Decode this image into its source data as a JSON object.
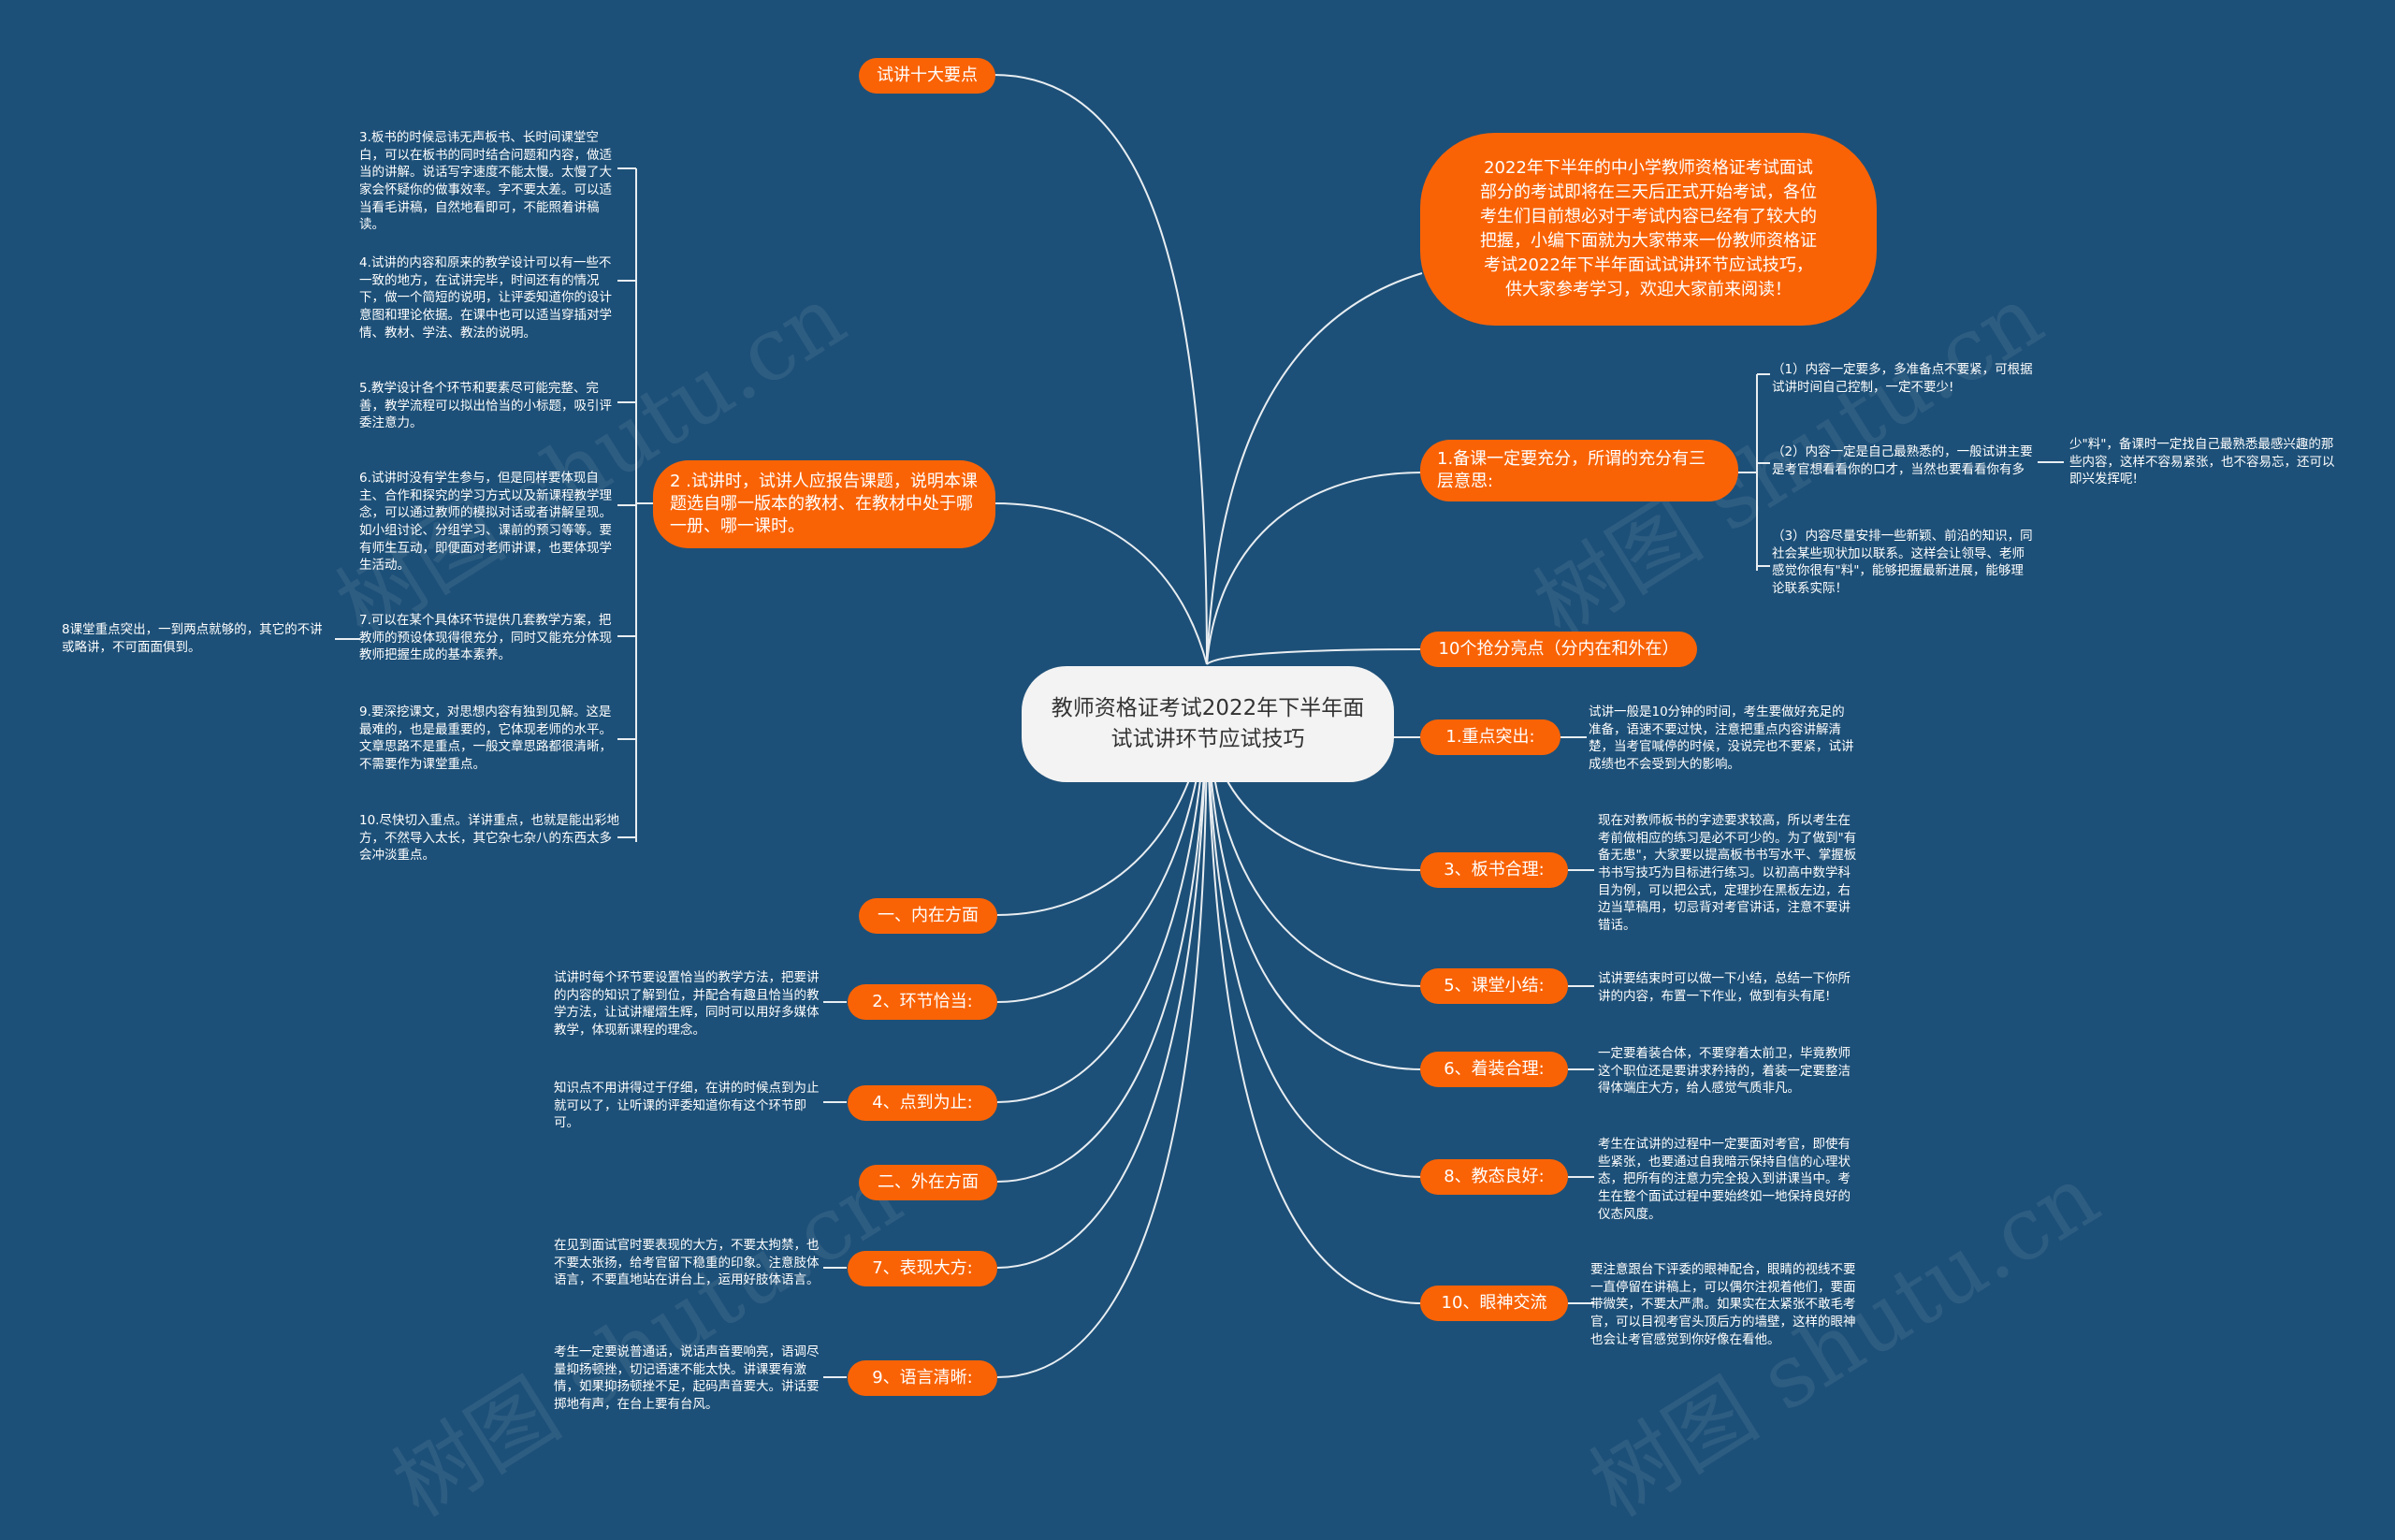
{
  "watermark": "树图 shutu.cn",
  "center": "教师资格证考试2022年下半年面试试讲环节应试技巧",
  "intro": "2022年下半年的中小学教师资格证考试面试部分的考试即将在三天后正式开始考试，各位考生们目前想必对于考试内容已经有了较大的把握，小编下面就为大家带来一份教师资格证考试2022年下半年面试试讲环节应试技巧，供大家参考学习，欢迎大家前来阅读！",
  "left": {
    "top_label": "试讲十大要点",
    "node2": "2 .试讲时，试讲人应报告课题，说明本课题选自哪一版本的教材、在教材中处于哪一册、哪一课时。",
    "notes": [
      "3.板书的时候忌讳无声板书、长时间课堂空白，可以在板书的同时结合问题和内容，做适当的讲解。说话写字速度不能太慢。太慢了大家会怀疑你的做事效率。字不要太差。可以适当看毛讲稿，自然地看即可，不能照着讲稿读。",
      "4.试讲的内容和原来的教学设计可以有一些不一致的地方，在试讲完毕，时间还有的情况下，做一个简短的说明，让评委知道你的设计意图和理论依据。在课中也可以适当穿插对学情、教材、学法、教法的说明。",
      "5.教学设计各个环节和要素尽可能完整、完善，教学流程可以拟出恰当的小标题，吸引评委注意力。",
      "6.试讲时没有学生参与，但是同样要体现自主、合作和探究的学习方式以及新课程教学理念，可以通过教师的模拟对话或者讲解呈现。如小组讨论、分组学习、课前的预习等等。要有师生互动，即便面对老师讲课，也要体现学生活动。",
      "7.可以在某个具体环节提供几套教学方案，把教师的预设体现得很充分，同时又能充分体现教师把握生成的基本素养。",
      "9.要深挖课文，对思想内容有独到见解。这是最难的，也是最重要的，它体现老师的水平。文章思路不是重点，一般文章思路都很清晰，不需要作为课堂重点。",
      "10.尽快切入重点。详讲重点，也就是能出彩地方，不然导入太长，其它杂七杂八的东西太多会冲淡重点。"
    ],
    "note8": "8课堂重点突出，一到两点就够的，其它的不讲或略讲，不可面面俱到。",
    "branch_inner": "一、内在方面",
    "branch_huanjie": "2、环节恰当:",
    "note_huanjie": "试讲时每个环节要设置恰当的教学方法，把要讲的内容的知识了解到位，并配合有趣且恰当的教学方法，让试讲耀熠生辉，同时可以用好多媒体教学，体现新课程的理念。",
    "branch_dian": "4、点到为止:",
    "note_dian": "知识点不用讲得过于仔细，在讲的时候点到为止就可以了，让听课的评委知道你有这个环节即可。",
    "branch_outer": "二、外在方面",
    "branch_biaoxian": "7、表现大方:",
    "note_biaoxian": "在见到面试官时要表现的大方，不要太拘禁，也不要太张扬，给考官留下稳重的印象。注意肢体语言，不要直地站在讲台上，运用好肢体语言。",
    "branch_yuyan": "9、语言清晰:",
    "note_yuyan": "考生一定要说普通话，说话声音要响亮，语调尽量抑扬顿挫，切记语速不能太快。讲课要有激情，如果抑扬顿挫不足，起码声音要大。讲话要掷地有声，在台上要有台风。"
  },
  "right": {
    "beike": "1.备课一定要充分，所谓的充分有三层意思:",
    "beike_notes": [
      "（1）内容一定要多，多准备点不要紧，可根据试讲时间自己控制，一定不要少!",
      "（2）内容一定是自己最熟悉的，一般试讲主要是考官想看看你的口才，当然也要看看你有多",
      "（3）内容尽量安排一些新颖、前沿的知识，同社会某些现状加以联系。这样会让领导、老师感觉你很有\"料\"，能够把握最新进展，能够理论联系实际！"
    ],
    "beike_sub": "少\"料\"，备课时一定找自己最熟悉最感兴趣的那些内容，这样不容易紧张，也不容易忘，还可以即兴发挥呢!",
    "ten_points": "10个抢分亮点（分内在和外在）",
    "zhongdian": "1.重点突出:",
    "note_zhongdian": "试讲一般是10分钟的时间，考生要做好充足的准备，语速不要过快，注意把重点内容讲解清楚，当考官喊停的时候，没说完也不要紧，试讲成绩也不会受到大的影响。",
    "banshu": "3、板书合理:",
    "note_banshu": "现在对教师板书的字迹要求较高，所以考生在考前做相应的练习是必不可少的。为了做到\"有备无患\"，大家要以提高板书书写水平、掌握板书书写技巧为目标进行练习。以初高中数学科目为例，可以把公式，定理抄在黑板左边，右边当草稿用，切忌背对考官讲话，注意不要讲错话。",
    "xiaojie": "5、课堂小结:",
    "note_xiaojie": "试讲要结束时可以做一下小结，总结一下你所讲的内容，布置一下作业，做到有头有尾!",
    "zhuangzhuang": "6、着装合理:",
    "note_zhuangzhuang": "一定要着装合体，不要穿着太前卫，毕竟教师这个职位还是要讲求矜持的，着装一定要整洁得体端庄大方，给人感觉气质非凡。",
    "jiaotai": "8、教态良好:",
    "note_jiaotai": "考生在试讲的过程中一定要面对考官，即使有些紧张，也要通过自我暗示保持自信的心理状态，把所有的注意力完全投入到讲课当中。考生在整个面试过程中要始终如一地保持良好的仪态风度。",
    "yanshen": "10、眼神交流",
    "note_yanshen": "要注意跟台下评委的眼神配合，眼睛的视线不要一直停留在讲稿上，可以偶尔注视着他们，要面带微笑，不要太严肃。如果实在太紧张不敢毛考官，可以目视考官头顶后方的墙壁，这样的眼神也会让考官感觉到你好像在看他。"
  },
  "colors": {
    "background": "#1d5078",
    "node": "#f96306",
    "center": "#f3f3f3",
    "line": "#ffffff"
  }
}
